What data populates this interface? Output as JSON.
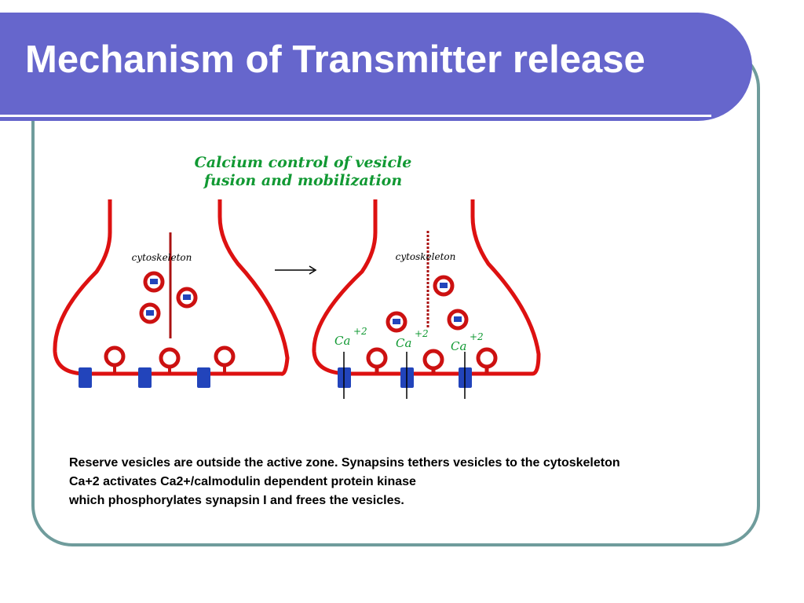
{
  "slide": {
    "title": "Mechanism of Transmitter release"
  },
  "figure": {
    "title_line1": "Calcium control of vesicle",
    "title_line2": "fusion and mobilization",
    "left_label": "cytoskeleton",
    "right_label": "cytoskeleton",
    "ion_labels": [
      {
        "symbol": "Ca",
        "charge": "+2"
      },
      {
        "symbol": "Ca",
        "charge": "+2"
      },
      {
        "symbol": "Ca",
        "charge": "+2"
      }
    ],
    "colors": {
      "membrane": "#dd1111",
      "title_text": "#119933",
      "channel": "#2244bb",
      "ion_text": "#119933"
    }
  },
  "caption": {
    "line1": "Reserve vesicles are outside the active zone. Synapsins tethers vesicles to the cytoskeleton",
    "line2": "Ca+2 activates Ca2+/calmodulin dependent protein kinase",
    "line3": "which phosphorylates synapsin I and frees the vesicles."
  },
  "colors": {
    "banner": "#6666cc",
    "frame": "#6f9c9c"
  }
}
